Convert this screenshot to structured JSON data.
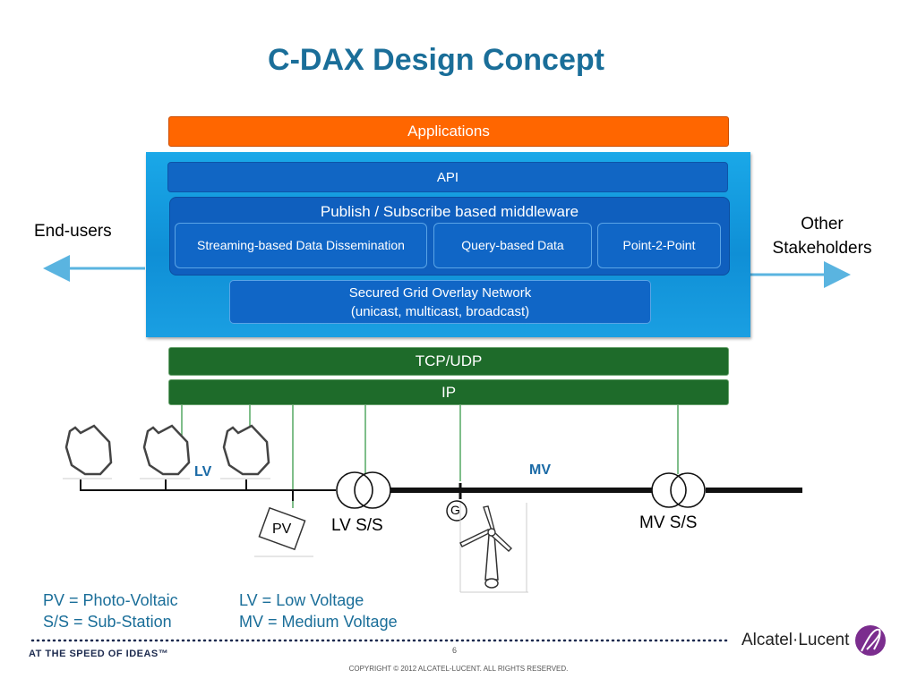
{
  "title": "C-DAX Design Concept",
  "layers": {
    "applications": "Applications",
    "api": "API",
    "middleware_title": "Publish / Subscribe based middleware",
    "middleware_items": [
      "Streaming-based Data Dissemination",
      "Query-based Data",
      "Point-2-Point"
    ],
    "overlay_line1": "Secured Grid Overlay Network",
    "overlay_line2": "(unicast, multicast, broadcast)",
    "tcp_udp": "TCP/UDP",
    "ip": "IP"
  },
  "sides": {
    "left": "End-users",
    "right_line1": "Other",
    "right_line2": "Stakeholders"
  },
  "grid": {
    "lv_label": "LV",
    "mv_label": "MV",
    "pv_label": "PV",
    "generator_label": "G",
    "lv_substation": "LV S/S",
    "mv_substation": "MV S/S"
  },
  "glossary": {
    "pv": "PV = Photo-Voltaic",
    "ss": "S/S = Sub-Station",
    "lv": "LV = Low Voltage",
    "mv": "MV = Medium Voltage"
  },
  "footer": {
    "tagline": "AT THE SPEED OF IDEAS™",
    "page_number": "6",
    "copyright": "COPYRIGHT © 2012 ALCATEL-LUCENT.  ALL RIGHTS RESERVED.",
    "brand": "Alcatel·Lucent"
  },
  "colors": {
    "title": "#1a6e99",
    "applications": "#ff6600",
    "panel": "#1aa8e8",
    "middleware": "#0f5fbe",
    "transport": "#1e6b2a",
    "arrow": "#5ab4e0",
    "brand_logo": "#7b2d8e"
  }
}
